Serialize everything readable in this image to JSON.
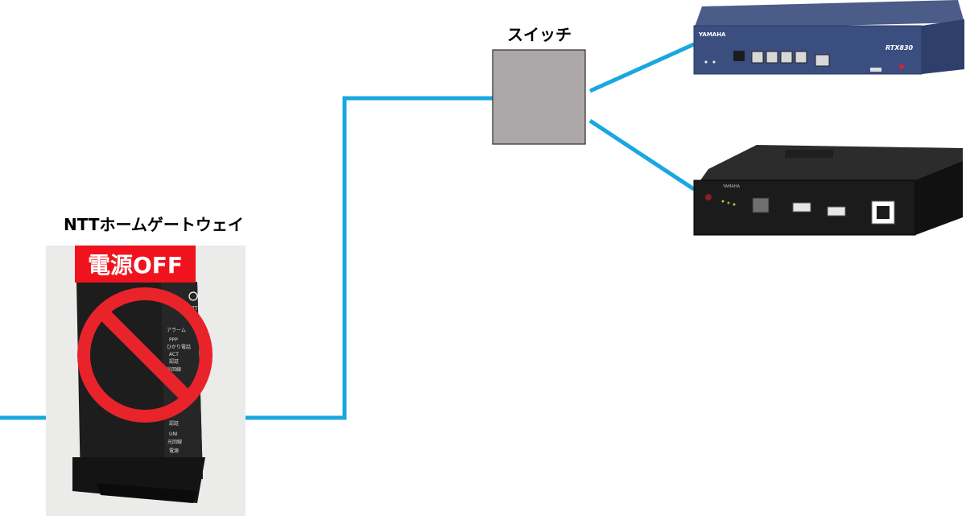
{
  "diagram": {
    "switch_label": "スイッチ",
    "gateway_label": "NTTホームゲートウェイ",
    "power_off_label": "電源OFF",
    "router_top": {
      "brand": "YAMAHA",
      "model": "RTX830"
    },
    "router_bottom": {
      "brand": "YAMAHA"
    },
    "gateway": {
      "brand": "NTT",
      "indicators": [
        "アラーム",
        "PPP",
        "ひかり電話",
        "ACT",
        "認証",
        "光回線"
      ],
      "lower_indicators": [
        "認証",
        "UNI",
        "光回線",
        "電源"
      ]
    },
    "colors": {
      "link": "#1aa7e0",
      "switch_fill": "#aca7a8",
      "prohibit": "#e8232a",
      "banner": "#f0131e"
    }
  }
}
